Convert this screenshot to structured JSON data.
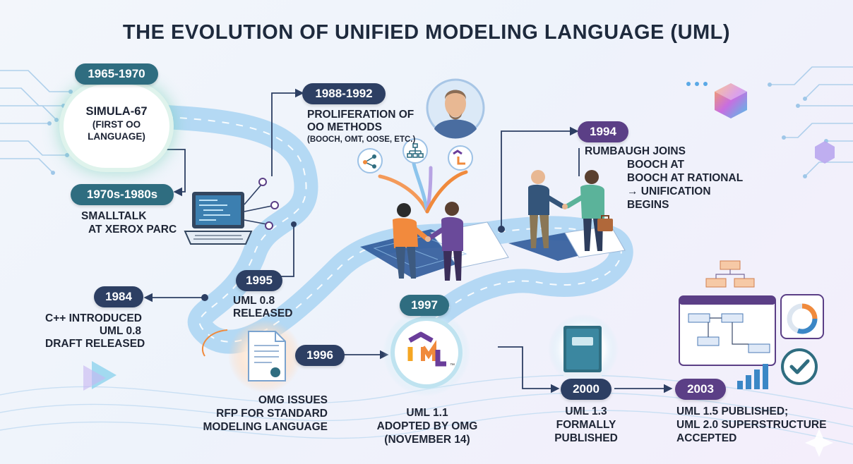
{
  "title": "THE EVOLUTION OF UNIFIED MODELING LANGUAGE (UML)",
  "milestones": [
    {
      "year": "1965-1970",
      "lines": [
        "SIMULA-67",
        "(FIRST OO",
        "LANGUAGE)"
      ]
    },
    {
      "year": "1970s-1980s",
      "lines": [
        "SMALLTALK",
        "AT XEROX PARC"
      ]
    },
    {
      "year": "1984",
      "lines": [
        "C++ INTRODUCED",
        "UML 0.8",
        "DRAFT RELEASED"
      ]
    },
    {
      "year": "1988-1992",
      "lines": [
        "PROLIFERATION OF",
        "OO METHODS",
        "(BOOCH, OMT, OOSE, ETC.)"
      ]
    },
    {
      "year": "1994",
      "lines": [
        "RUMBAUGH JOINS",
        "BOOCH AT",
        "BOOCH AT RATIONAL",
        "→ UNIFICATION",
        "BEGINS"
      ]
    },
    {
      "year": "1995",
      "lines": [
        "UML 0.8",
        "RELEASED"
      ]
    },
    {
      "year": "1996",
      "lines": [
        "OMG ISSUES",
        "RFP FOR STANDARD",
        "MODELING LANGUAGE"
      ]
    },
    {
      "year": "1997",
      "lines": [
        "UML 1.1",
        "ADOPTED BY OMG",
        "(NOVEMBER 14)"
      ]
    },
    {
      "year": "2000",
      "lines": [
        "UML 1.3",
        "FORMALLY",
        "PUBLISHED"
      ]
    },
    {
      "year": "2003",
      "lines": [
        "UML 1.5 PUBLISHED;",
        "UML 2.0 SUPERSTRUCTURE",
        "ACCEPTED"
      ]
    }
  ],
  "logo_text": "UML",
  "colors": {
    "teal": "#2f6d80",
    "navy": "#2d3f63",
    "purple": "#5b3f86",
    "road": "#a9d3f2",
    "accent_orange": "#f08a3c",
    "accent_green": "#5ec9aa"
  },
  "icons": [
    "code-laptop-icon",
    "person-portrait-icon",
    "network-icon",
    "hierarchy-icon",
    "uml-logo-icon",
    "document-icon",
    "book-icon",
    "diagram-window-icon",
    "gauge-icon",
    "checkmark-icon",
    "bar-chart-icon",
    "cube-icon",
    "play-icon",
    "handshake-people-icon"
  ]
}
